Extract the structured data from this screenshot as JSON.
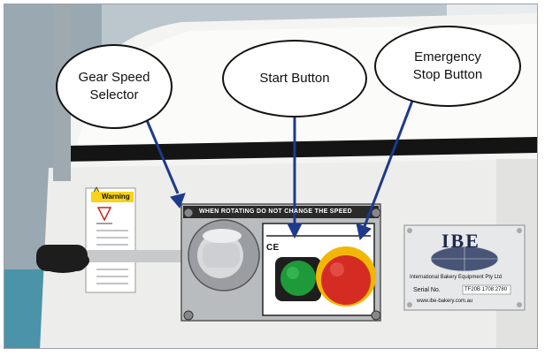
{
  "callouts": {
    "gear": "Gear Speed Selector",
    "start": "Start Button",
    "emergency": "Emergency Stop Button"
  },
  "control_panel": {
    "notice": "WHEN ROTATING DO NOT CHANGE THE SPEED",
    "ce_mark": "CE"
  },
  "warning_label": {
    "title": "Warning"
  },
  "nameplate": {
    "logo": "IBE",
    "company": "International Bakery Equipment Pty Ltd",
    "serial_label": "Serial No.",
    "serial_value": "TF20B 1708 2780",
    "website": "www.ibe-bakery.com.au"
  },
  "colors": {
    "arrow": "#1f3a8a",
    "start_button": "#1f9a3a",
    "emergency_button": "#d42c23",
    "emergency_ring": "#f2b705"
  }
}
